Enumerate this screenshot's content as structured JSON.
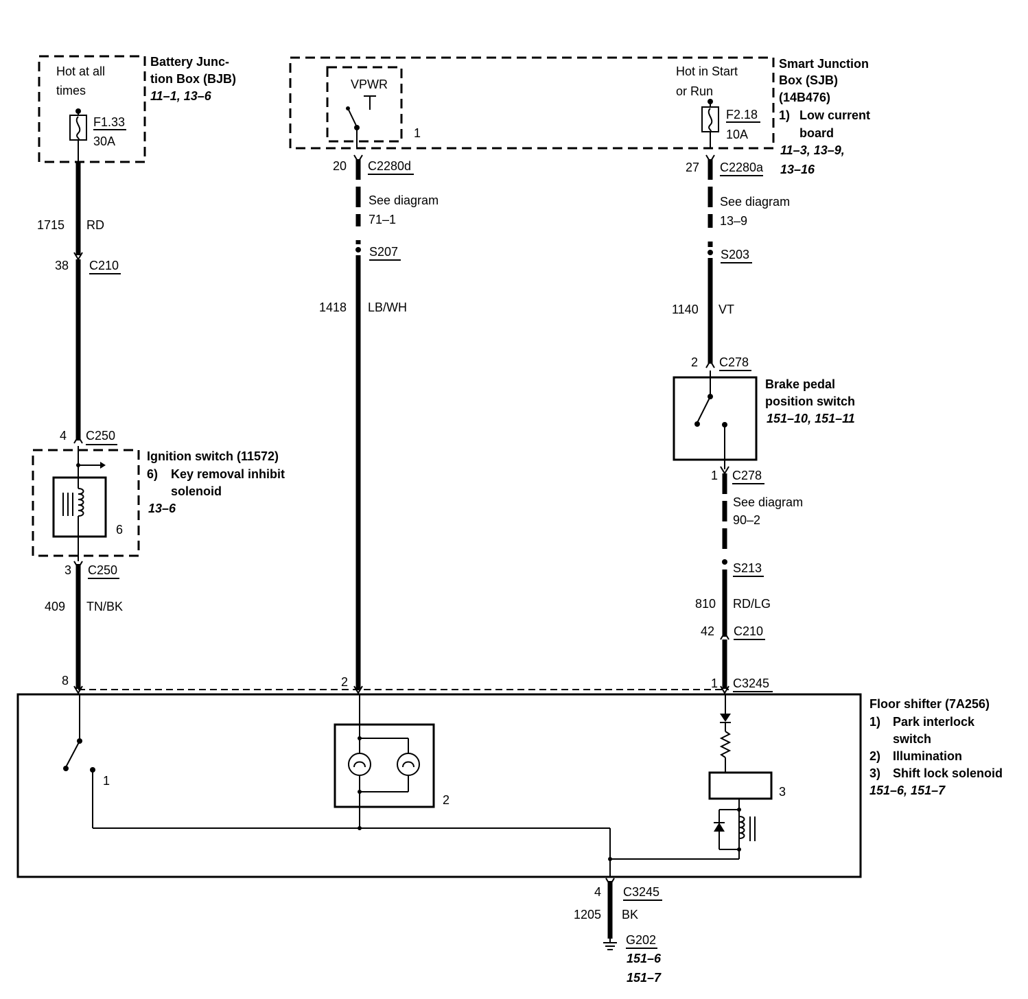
{
  "bjb": {
    "hot": [
      "Hot at all",
      "times"
    ],
    "fuse_id": "F1.33",
    "fuse_rating": "30A",
    "title": [
      "Battery Junc-",
      "tion Box (BJB)"
    ],
    "refs": "11–1, 13–6"
  },
  "sjb": {
    "vpwr": "VPWR",
    "relay_num": "1",
    "hot": [
      "Hot in Start",
      "or Run"
    ],
    "fuse_id": "F2.18",
    "fuse_rating": "10A",
    "title": [
      "Smart Junction",
      "Box (SJB)",
      "(14B476)"
    ],
    "item": [
      "1)",
      "Low current",
      "board"
    ],
    "refs": [
      "11–3, 13–9,",
      "13–16"
    ]
  },
  "left_wire": {
    "circuit1": "1715",
    "color1": "RD",
    "pin38": "38",
    "c210": "C210",
    "pin4": "4",
    "c250a": "C250",
    "pin3": "3",
    "c250b": "C250",
    "circuit2": "409",
    "color2": "TN/BK",
    "pin8": "8"
  },
  "ignition": {
    "title": "Ignition switch (11572)",
    "item": [
      "6)",
      "Key removal inhibit",
      "solenoid"
    ],
    "refs": "13–6",
    "num": "6"
  },
  "mid_wire": {
    "pin20": "20",
    "conn": "C2280d",
    "see": [
      "See diagram",
      "71–1"
    ],
    "splice": "S207",
    "circuit": "1418",
    "color": "LB/WH",
    "pin2": "2"
  },
  "right_wire": {
    "pin27": "27",
    "conn": "C2280a",
    "see": [
      "See diagram",
      "13–9"
    ],
    "splice": "S203",
    "circuit": "1140",
    "color": "VT",
    "pin2": "2",
    "c278a": "C278",
    "pin1": "1",
    "c278b": "C278",
    "see2": [
      "See diagram",
      "90–2"
    ],
    "splice2": "S213",
    "circuit2": "810",
    "color2": "RD/LG",
    "pin42": "42",
    "c210": "C210",
    "pin1b": "1",
    "c3245": "C3245"
  },
  "brake": {
    "title": [
      "Brake pedal",
      "position switch"
    ],
    "refs": "151–10, 151–11"
  },
  "shifter": {
    "title": "Floor shifter (7A256)",
    "items": [
      {
        "n": "1)",
        "l1": "Park interlock",
        "l2": "switch"
      },
      {
        "n": "2)",
        "l1": "Illumination",
        "l2": ""
      },
      {
        "n": "3)",
        "l1": "Shift lock solenoid",
        "l2": ""
      }
    ],
    "refs": "151–6, 151–7",
    "num1": "1",
    "num2": "2",
    "num3": "3"
  },
  "ground": {
    "pin4": "4",
    "conn": "C3245",
    "circuit": "1205",
    "color": "BK",
    "g": "G202",
    "refs": [
      "151–6",
      "151–7"
    ]
  }
}
